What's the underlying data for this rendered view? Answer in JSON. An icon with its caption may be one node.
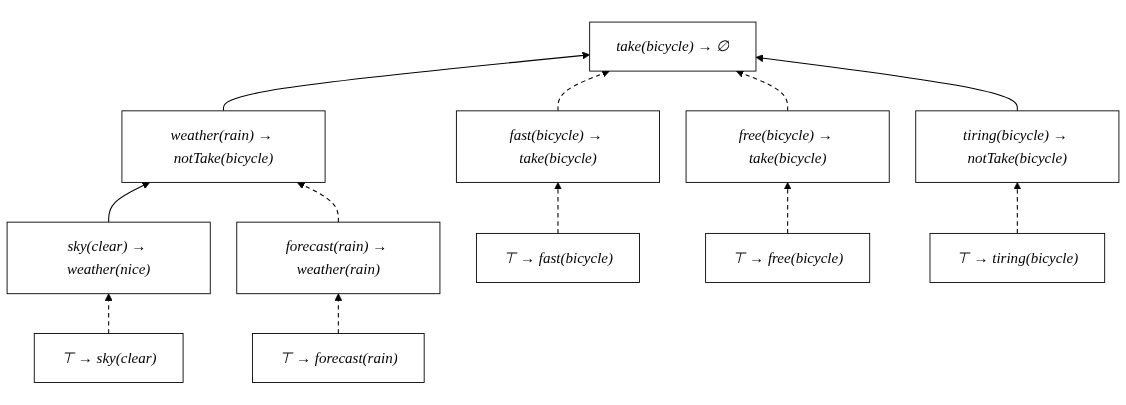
{
  "diagram": {
    "nodes": [
      {
        "text": [
          "take(bicycle) → ∅"
        ]
      },
      {
        "text": [
          "weather(rain) → notTake(bicycle)"
        ]
      },
      {
        "text": [
          "sky(clear) → weather(nice)"
        ]
      },
      {
        "text": [
          "forecast(rain) → weather(rain)"
        ]
      },
      {
        "text": [
          "fast(bicycle) → take(bicycle)"
        ]
      },
      {
        "text": [
          "free(bicycle) → take(bicycle)"
        ]
      },
      {
        "text": [
          "tiring(bicycle) → notTake(bicycle)"
        ]
      },
      {
        "text": [
          "⊤ → sky(clear)"
        ]
      },
      {
        "text": [
          "⊤ → forecast(rain)"
        ]
      },
      {
        "text": [
          "⊤ → fast(bicycle)"
        ]
      },
      {
        "text": [
          "⊤ → free(bicycle)"
        ]
      },
      {
        "text": [
          "⊤ → tiring(bicycle)"
        ]
      }
    ],
    "edges": [
      {
        "from": 1,
        "to": 0,
        "arrow": "to"
      },
      {
        "from": 4,
        "to": 0,
        "arrow": "to",
        "style": "dashed"
      },
      {
        "from": 5,
        "to": 0,
        "arrow": "to",
        "style": "dashed"
      },
      {
        "from": 6,
        "to": 0,
        "arrow": "to"
      },
      {
        "from": 2,
        "to": 1,
        "arrow": "to"
      },
      {
        "from": 3,
        "to": 1,
        "arrow": "to",
        "style": "dashed"
      },
      {
        "from": 7,
        "to": 2,
        "arrow": "to",
        "style": "dashed"
      },
      {
        "from": 8,
        "to": 3,
        "arrow": "to",
        "style": "dashed"
      },
      {
        "from": 9,
        "to": 4,
        "arrow": "to",
        "style": "dashed"
      },
      {
        "from": 10,
        "to": 5,
        "arrow": "to",
        "style": "dashed"
      },
      {
        "from": 11,
        "to": 6,
        "arrow": "to",
        "style": "dashed"
      }
    ]
  }
}
